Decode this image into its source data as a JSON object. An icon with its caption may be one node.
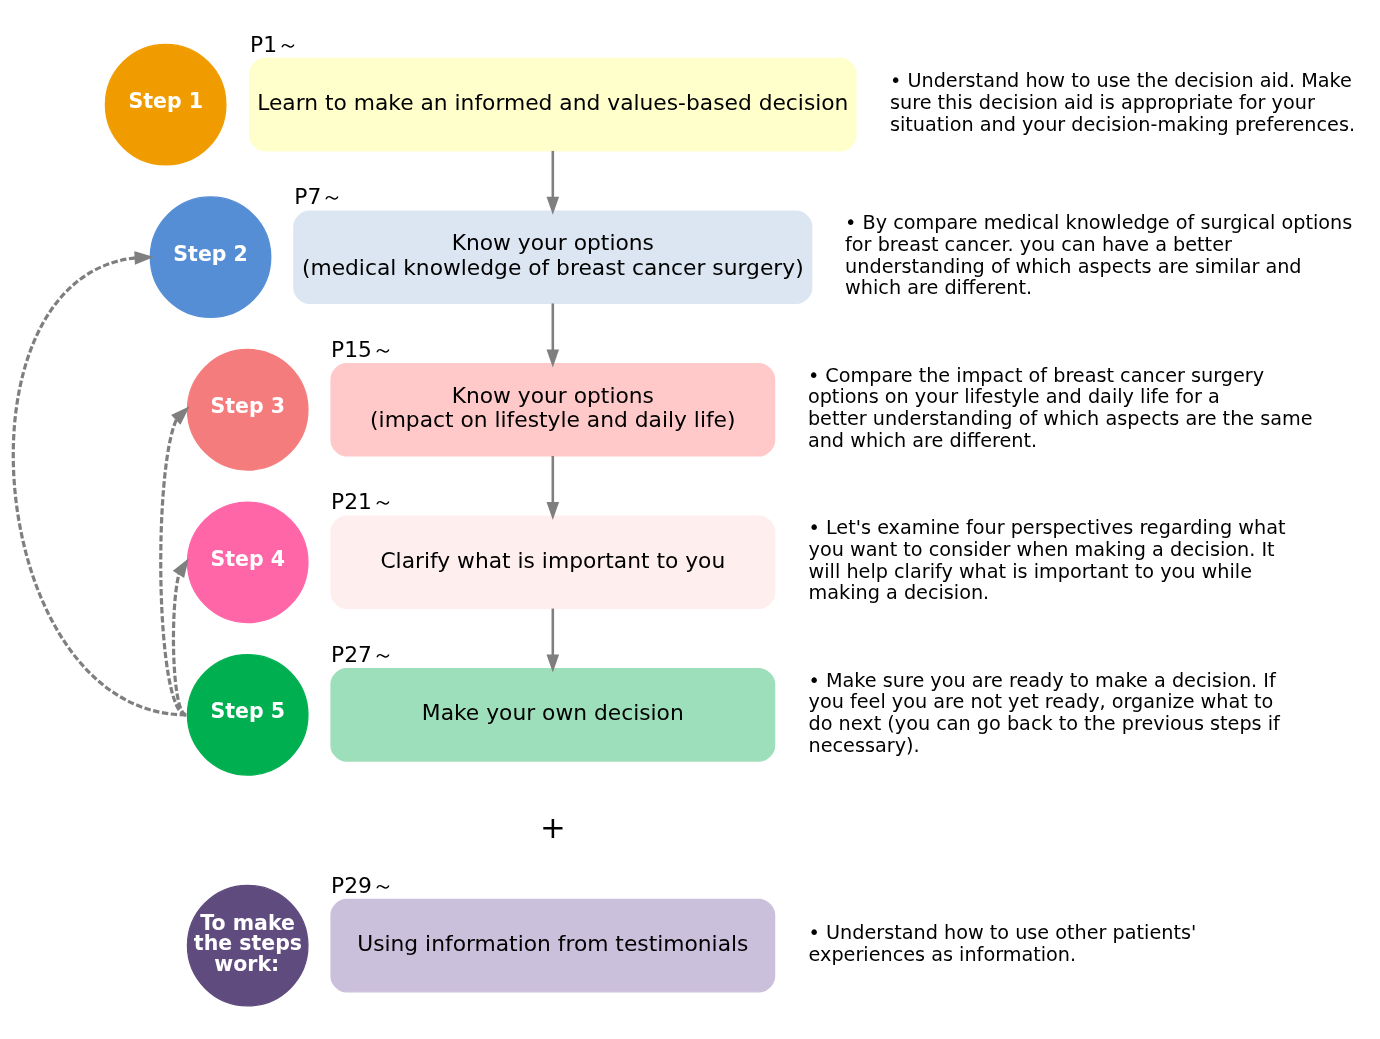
{
  "diagram": {
    "nodes": [
      {
        "text": [
          "Step 1"
        ]
      },
      {
        "text": [
          "Learn to make an informed and values-based decision"
        ],
        "beside": [
          "P1～"
        ]
      },
      {
        "text": [
          "Step 2"
        ]
      },
      {
        "text": [
          "Know your options",
          "(medical knowledge of breast cancer surgery)"
        ],
        "beside": [
          "P7～"
        ]
      },
      {
        "text": [
          "Step 3"
        ]
      },
      {
        "text": [
          "Know your options",
          "(impact on lifestyle and daily life)"
        ],
        "beside": [
          "P15～"
        ]
      },
      {
        "text": [
          "Step 4"
        ]
      },
      {
        "text": [
          "Clarify what is important to you"
        ],
        "beside": [
          "P21～"
        ]
      },
      {
        "text": [
          "Step 5"
        ]
      },
      {
        "text": [
          "Make your own decision"
        ],
        "beside": [
          "P27～"
        ]
      },
      {
        "text": [
          "To make the steps work:"
        ]
      },
      {
        "text": [
          "Using information from testimonials"
        ],
        "beside": [
          "P29～"
        ]
      }
    ],
    "edges": [
      {
        "from": 1,
        "to": 3,
        "arrow": "to"
      },
      {
        "from": 3,
        "to": 5,
        "arrow": "to"
      },
      {
        "from": 5,
        "to": 7,
        "arrow": "to"
      },
      {
        "from": 7,
        "to": 9,
        "arrow": "to"
      },
      {
        "from": 8,
        "to": 2,
        "arrow": "to",
        "style": "dashed"
      },
      {
        "from": 8,
        "to": 4,
        "arrow": "to",
        "style": "dashed"
      },
      {
        "from": 8,
        "to": 6,
        "arrow": "to",
        "style": "dashed"
      }
    ],
    "labels": [
      "• Understand how to use the decision aid. Make sure this decision aid is appropriate for your situation and your decision-making preferences.",
      "• By compare medical knowledge of surgical options for breast cancer. you can have a better understanding of which aspects are similar and which are different.",
      "• Compare the impact of breast cancer surgery options on your lifestyle and daily life for a better understanding of which aspects are the same and which are different.",
      "• Let's examine four perspectives regarding what you want to consider when making a decision. It will help clarify what is important to you while making a decision.",
      "• Make sure you are ready to make a decision. If you feel you are not yet ready, organize what to do next (you can go back to the previous steps if necessary).",
      "+",
      "• Understand how to use other patients' experiences as information."
    ]
  }
}
